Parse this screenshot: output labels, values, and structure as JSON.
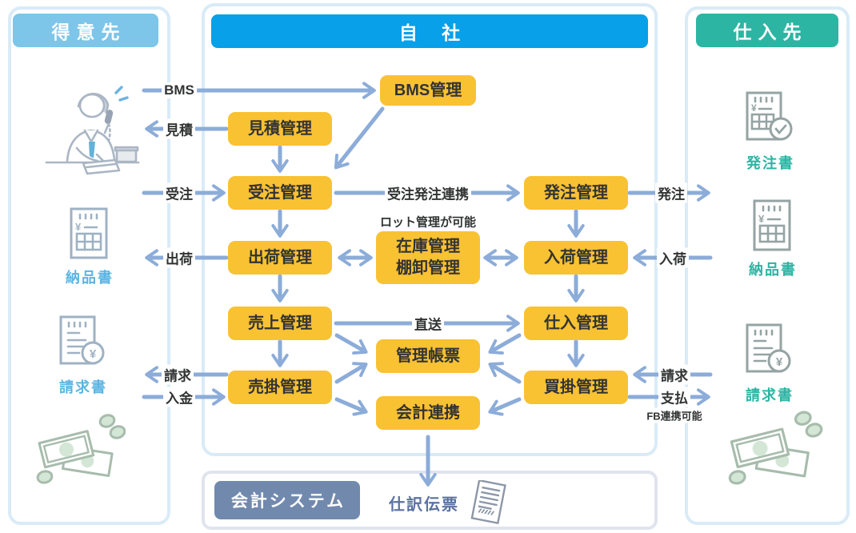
{
  "panels": {
    "customer": {
      "title": "得意先"
    },
    "self": {
      "title": "自 社"
    },
    "supplier": {
      "title": "仕入先"
    },
    "accounting": {
      "title": "会計システム",
      "journal_label": "仕訳伝票"
    }
  },
  "nodes": {
    "bms": {
      "label": "BMS管理"
    },
    "estimate": {
      "label": "見積管理"
    },
    "sales_order": {
      "label": "受注管理"
    },
    "shipping": {
      "label": "出荷管理"
    },
    "inventory": {
      "line1": "在庫管理",
      "line2": "棚卸管理",
      "note": "ロット管理が可能"
    },
    "sales": {
      "label": "売上管理"
    },
    "receivable": {
      "label": "売掛管理"
    },
    "reports": {
      "label": "管理帳票"
    },
    "accounting_link": {
      "label": "会計連携"
    },
    "purchase_order": {
      "label": "発注管理"
    },
    "receiving": {
      "label": "入荷管理"
    },
    "purchasing": {
      "label": "仕入管理"
    },
    "payable": {
      "label": "買掛管理"
    }
  },
  "flow_labels": {
    "bms": "BMS",
    "estimate": "見積",
    "order_in": "受注",
    "ship_out": "出荷",
    "bill_out": "請求",
    "payment_in": "入金",
    "order_link": "受注発注連携",
    "direct": "直送",
    "po_out": "発注",
    "receive_in": "入荷",
    "bill_in": "請求",
    "pay_out": "支払",
    "fb_note": "FB連携可能"
  },
  "documents": {
    "customer": [
      {
        "label": "納品書"
      },
      {
        "label": "請求書"
      }
    ],
    "supplier": [
      {
        "label": "発注書"
      },
      {
        "label": "納品書"
      },
      {
        "label": "請求書"
      }
    ]
  },
  "colors": {
    "customer_accent": "#7dc5e9",
    "self_accent": "#07a0e9",
    "supplier_accent": "#2cb5a3",
    "node_fill": "#f9c233",
    "arrow": "#8cacd9",
    "accounting_button": "#7289ae",
    "customer_label_text": "#5cb5e4",
    "supplier_label_text": "#2cb5a3",
    "journal_text": "#5a72a2",
    "text_dark": "#323333"
  }
}
